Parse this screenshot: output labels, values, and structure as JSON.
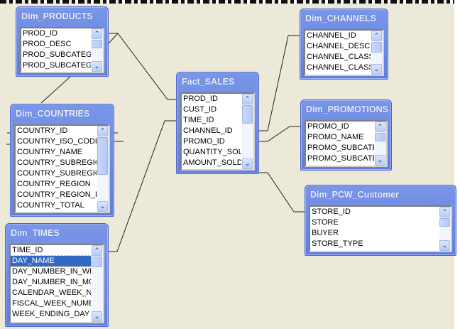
{
  "diagram": {
    "background": "#ECE9D8",
    "title_bar_color": "#6A88E4",
    "selection_color": "#316AC5",
    "tables": [
      {
        "id": "products",
        "name": "Dim_PRODUCTS",
        "fields": [
          "PROD_ID",
          "PROD_DESC",
          "PROD_SUBCATEGOR",
          "PROD_SUBCATEGOR"
        ],
        "selected": -1
      },
      {
        "id": "countries",
        "name": "Dim_COUNTRIES",
        "fields": [
          "COUNTRY_ID",
          "COUNTRY_ISO_CODE",
          "COUNTRY_NAME",
          "COUNTRY_SUBREGION",
          "COUNTRY_SUBREGION_",
          "COUNTRY_REGION",
          "COUNTRY_REGION_ID",
          "COUNTRY_TOTAL"
        ],
        "selected": -1
      },
      {
        "id": "times",
        "name": "Dim_TIMES",
        "fields": [
          "TIME_ID",
          "DAY_NAME",
          "DAY_NUMBER_IN_WEE",
          "DAY_NUMBER_IN_MON",
          "CALENDAR_WEEK_NUM",
          "FISCAL_WEEK_NUMBER",
          "WEEK_ENDING_DAY"
        ],
        "selected": 1
      },
      {
        "id": "fact",
        "name": "Fact_SALES",
        "fields": [
          "PROD_ID",
          "CUST_ID",
          "TIME_ID",
          "CHANNEL_ID",
          "PROMO_ID",
          "QUANTITY_SOLD",
          "AMOUNT_SOLD"
        ],
        "selected": -1
      },
      {
        "id": "channels",
        "name": "Dim_CHANNELS",
        "fields": [
          "CHANNEL_ID",
          "CHANNEL_DESC",
          "CHANNEL_CLASS",
          "CHANNEL_CLASS_I"
        ],
        "selected": -1
      },
      {
        "id": "promotions",
        "name": "Dim_PROMOTIONS",
        "fields": [
          "PROMO_ID",
          "PROMO_NAME",
          "PROMO_SUBCATEG",
          "PROMO_SUBCATEG"
        ],
        "selected": -1
      },
      {
        "id": "customer",
        "name": "Dim_PCW_Customer",
        "fields": [
          "STORE_ID",
          "STORE",
          "BUYER",
          "STORE_TYPE"
        ],
        "selected": -1
      }
    ],
    "relationships": [
      {
        "from": "Dim_PRODUCTS.PROD_ID",
        "to": "Fact_SALES.PROD_ID"
      },
      {
        "from": "Dim_TIMES.TIME_ID",
        "to": "Fact_SALES.TIME_ID"
      },
      {
        "from": "Fact_SALES.CHANNEL_ID",
        "to": "Dim_CHANNELS.CHANNEL_ID"
      },
      {
        "from": "Fact_SALES.PROMO_ID",
        "to": "Dim_PROMOTIONS.PROMO_ID"
      },
      {
        "from": "Fact_SALES",
        "to": "Dim_PCW_Customer.STORE_ID"
      },
      {
        "from": "Dim_PRODUCTS",
        "to": "Dim_COUNTRIES"
      }
    ]
  }
}
